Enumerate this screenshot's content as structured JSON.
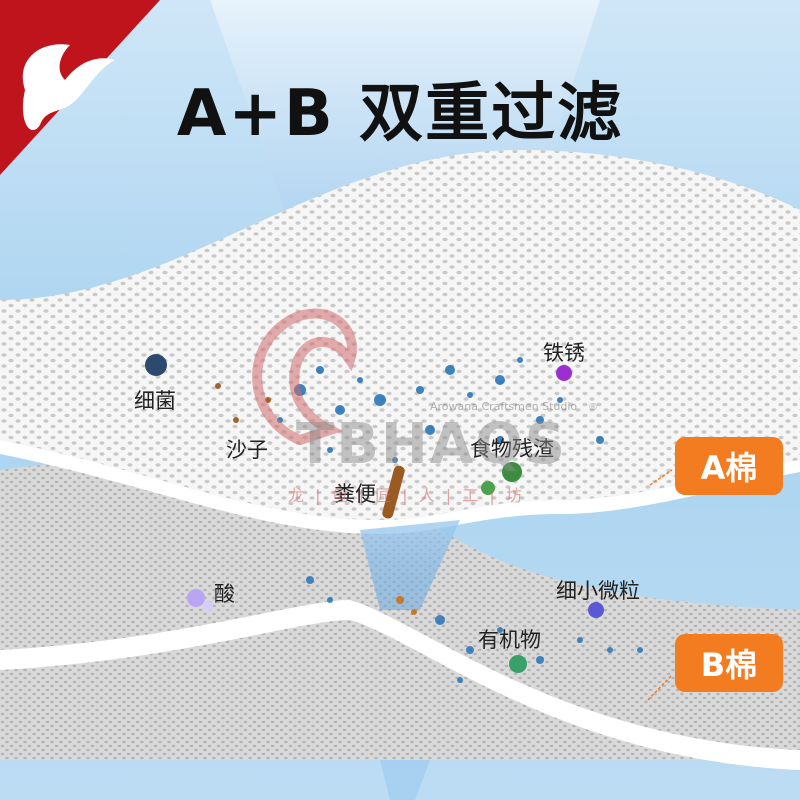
{
  "headline": "A+B 双重过滤",
  "labels": {
    "bacteria": "细菌",
    "sand": "沙子",
    "feces": "粪便",
    "rust": "铁锈",
    "food_residue": "食物残渣",
    "acid": "酸",
    "fine_particles": "细小微粒",
    "organic_matter": "有机物"
  },
  "badges": {
    "a": "A棉",
    "b": "B棉"
  },
  "watermark": {
    "logo_text": "TBHAQS",
    "studio": "Arowana Craftsmen Studio",
    "registered": "®",
    "chinese": "龙 | 鱼 | 匠 | 人 | 工 | 坊"
  },
  "colors": {
    "badge": "#f47c20",
    "logo_red": "#c0141c",
    "sky_top": "#cfe6f7",
    "water": "#1f6fb5"
  }
}
